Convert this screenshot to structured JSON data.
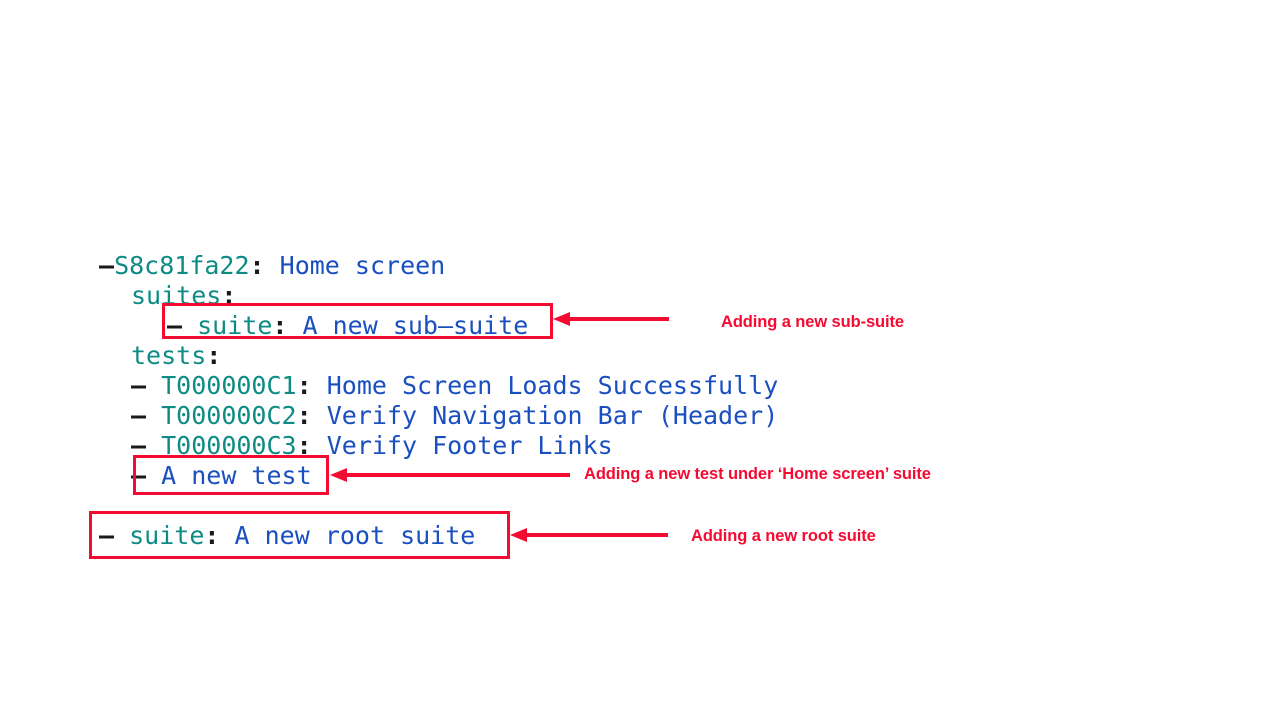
{
  "tree": {
    "root": {
      "bullet": "–",
      "key": "S8c81fa22",
      "colon": ":",
      "value": "Home screen"
    },
    "suites_label": {
      "key": "suites",
      "colon": ":"
    },
    "sub_suite": {
      "bullet": "–",
      "key": "suite",
      "colon": ":",
      "value": "A new sub–suite"
    },
    "tests_label": {
      "key": "tests",
      "colon": ":"
    },
    "tests": [
      {
        "bullet": "–",
        "key": "T000000C1",
        "colon": ":",
        "value": "Home Screen Loads Successfully"
      },
      {
        "bullet": "–",
        "key": "T000000C2",
        "colon": ":",
        "value": "Verify Navigation Bar (Header)"
      },
      {
        "bullet": "–",
        "key": "T000000C3",
        "colon": ":",
        "value": "Verify Footer Links"
      }
    ],
    "new_test": {
      "bullet": "–",
      "value": "A new test"
    },
    "new_root_suite": {
      "bullet": "–",
      "key": "suite",
      "colon": ":",
      "value": "A new root suite"
    }
  },
  "annotations": [
    {
      "id": "sub-suite",
      "text": "Adding a new sub-suite"
    },
    {
      "id": "new-test",
      "text": "Adding a new test under ‘Home screen’ suite"
    },
    {
      "id": "root-suite",
      "text": "Adding a new root suite"
    }
  ],
  "colors": {
    "key_teal": "#0d8b84",
    "value_blue": "#1a4fbf",
    "punctuation": "#1a1a1a",
    "annotation_red": "#F50A32",
    "background": "#ffffff"
  }
}
